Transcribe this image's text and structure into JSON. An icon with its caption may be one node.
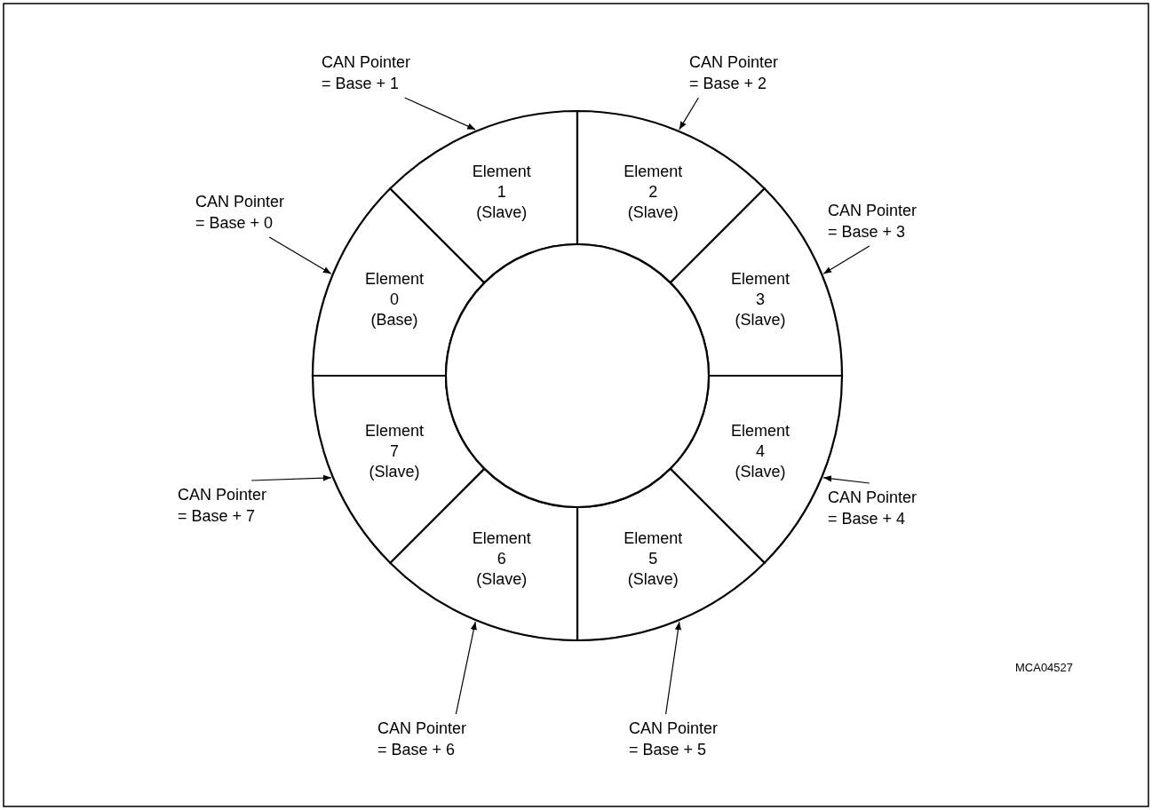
{
  "diagram": {
    "nodes": [
      {
        "text": [
          "Element 0 (Base)"
        ]
      },
      {
        "text": [
          "Element 1 (Slave)"
        ]
      },
      {
        "text": [
          "Element 2 (Slave)"
        ]
      },
      {
        "text": [
          "Element 3 (Slave)"
        ]
      },
      {
        "text": [
          "Element 4 (Slave)"
        ]
      },
      {
        "text": [
          "Element 5 (Slave)"
        ]
      },
      {
        "text": [
          "Element 6 (Slave)"
        ]
      },
      {
        "text": [
          "Element 7 (Slave)"
        ]
      },
      {
        "text": [
          "CAN Pointer = Base + 0"
        ]
      },
      {
        "text": [
          "CAN Pointer = Base + 1"
        ]
      },
      {
        "text": [
          "CAN Pointer = Base + 2"
        ]
      },
      {
        "text": [
          "CAN Pointer = Base + 3"
        ]
      },
      {
        "text": [
          "CAN Pointer = Base + 4"
        ]
      },
      {
        "text": [
          "CAN Pointer = Base + 5"
        ]
      },
      {
        "text": [
          "CAN Pointer = Base + 6"
        ]
      },
      {
        "text": [
          "CAN Pointer = Base + 7"
        ]
      },
      {
        "text": [],
        "shape": "circle"
      }
    ],
    "edges": [
      {
        "from": 8,
        "to": 0,
        "arrow": "to"
      },
      {
        "from": 9,
        "to": 1,
        "arrow": "to"
      },
      {
        "from": 10,
        "to": 2,
        "arrow": "to"
      },
      {
        "from": 11,
        "to": 3,
        "arrow": "to"
      },
      {
        "from": 12,
        "to": 4,
        "arrow": "to"
      },
      {
        "from": 13,
        "to": 5,
        "arrow": "to"
      },
      {
        "from": 14,
        "to": 6,
        "arrow": "to"
      },
      {
        "from": 15,
        "to": 7,
        "arrow": "to"
      }
    ],
    "labels": [
      "MCA04527"
    ]
  }
}
